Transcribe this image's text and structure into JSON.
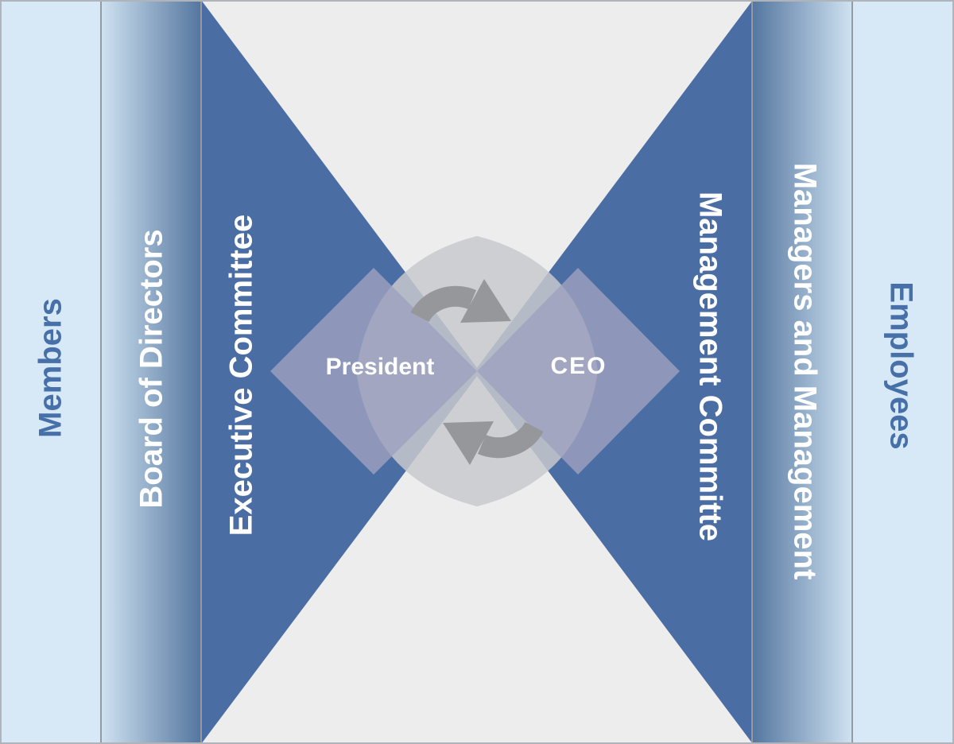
{
  "diagram": {
    "columns": {
      "members": {
        "label": "Members"
      },
      "board_of_directors": {
        "label": "Board of Directors"
      },
      "managers_and_management": {
        "label": "Managers and Management"
      },
      "employees": {
        "label": "Employees"
      }
    },
    "triangles": {
      "executive_committee": {
        "label": "Executive Committee"
      },
      "management_committee": {
        "label": "Management Committe"
      }
    },
    "center": {
      "president": {
        "label": "President"
      },
      "ceo": {
        "label": "CEO"
      }
    },
    "icons": {
      "top_arrow": "cycle-arrow-clockwise-top",
      "bottom_arrow": "cycle-arrow-clockwise-bottom"
    }
  },
  "colors": {
    "column_light_blue": "#d7e9f6",
    "column_gradient_light": "#cfe2f1",
    "column_gradient_dark": "#54769f",
    "middle_background": "#ededee",
    "triangle_blue": "#4a6da4",
    "lens_gray": "rgba(200,201,205,0.85)",
    "diamond_fill": "rgba(159,161,191,0.8)",
    "arrow_gray": "#96979a",
    "separator_gray": "#949aa2",
    "frame_gray": "#aeb4ba",
    "side_label_blue": "#4670a7",
    "label_white": "#ffffff"
  }
}
